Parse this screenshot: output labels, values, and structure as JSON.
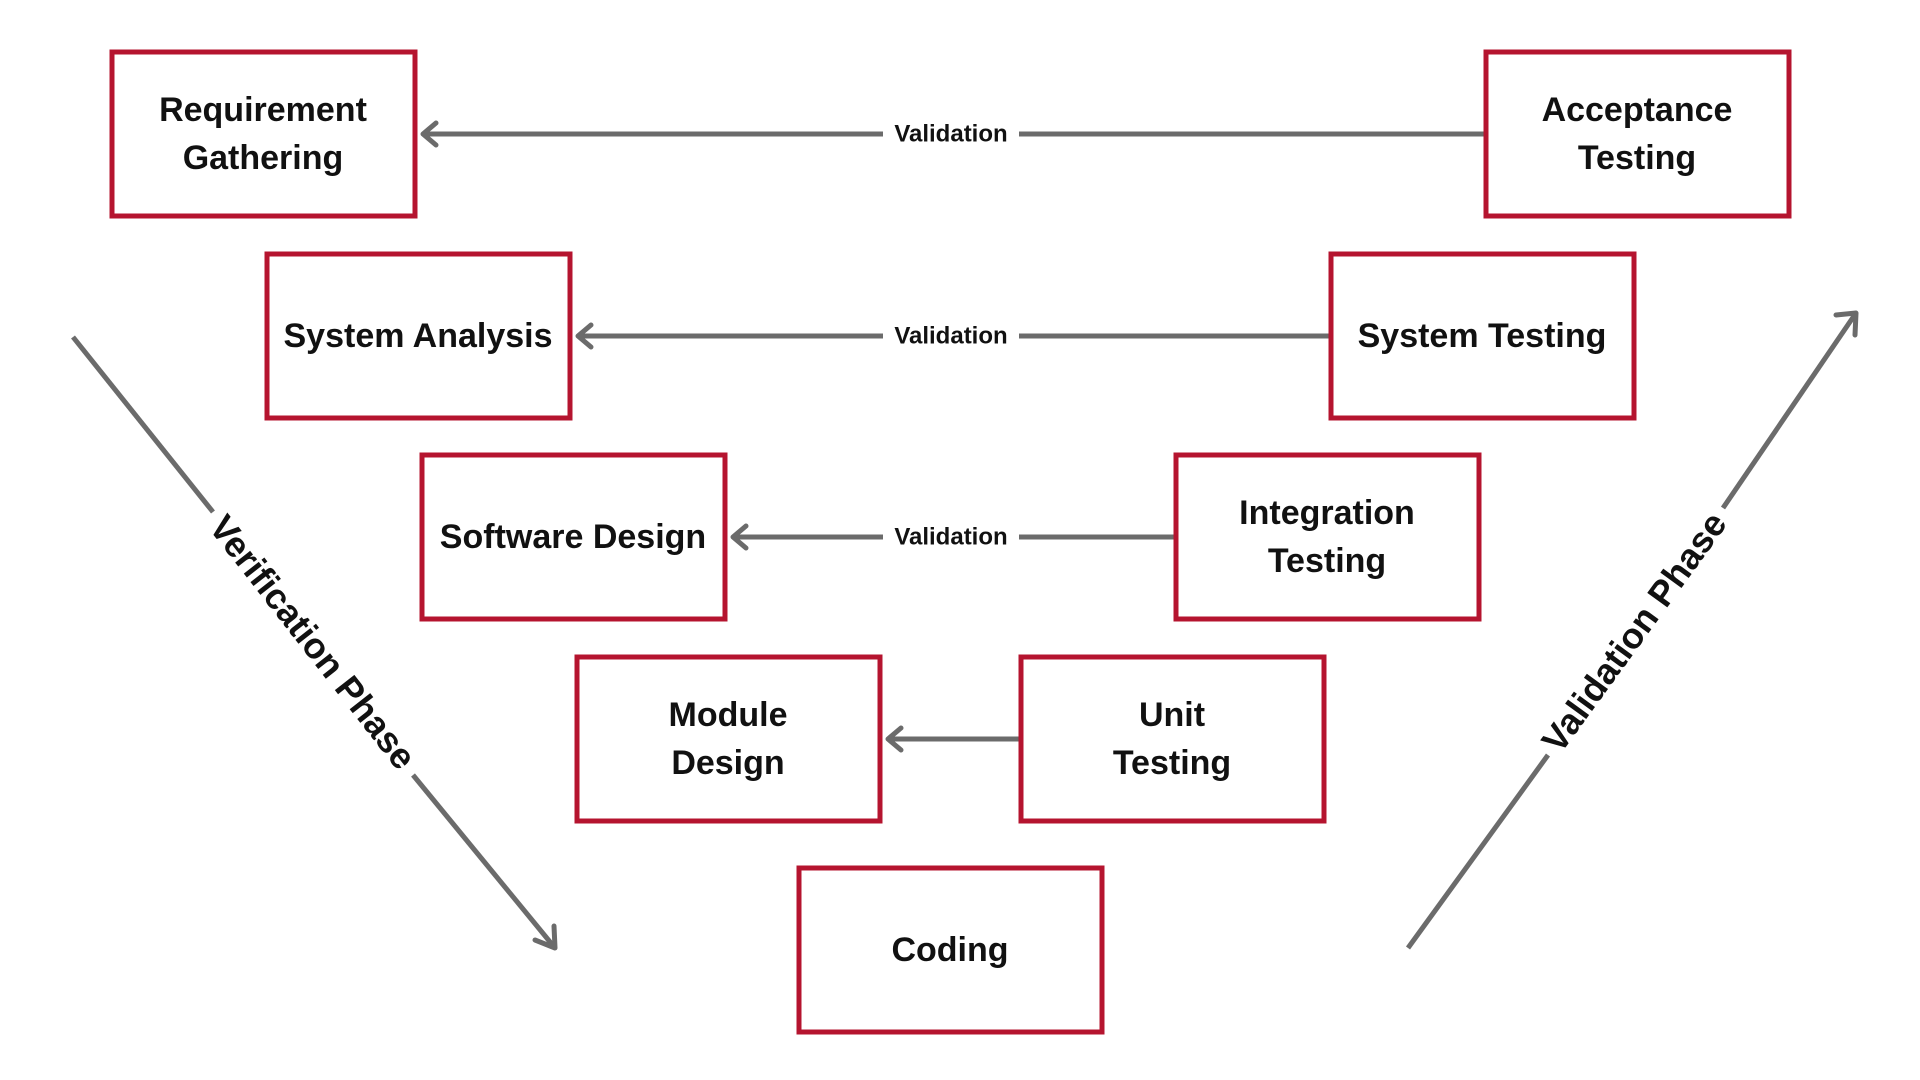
{
  "colors": {
    "box_border": "#b5142f",
    "arrow": "#6b6b6b",
    "text": "#111111"
  },
  "boxes": {
    "requirement_gathering": [
      "Requirement",
      "Gathering"
    ],
    "system_analysis": [
      "System Analysis"
    ],
    "software_design": [
      "Software Design"
    ],
    "module_design": [
      "Module",
      "Design"
    ],
    "coding": [
      "Coding"
    ],
    "unit_testing": [
      "Unit",
      "Testing"
    ],
    "integration_testing": [
      "Integration",
      "Testing"
    ],
    "system_testing": [
      "System Testing"
    ],
    "acceptance_testing": [
      "Acceptance",
      "Testing"
    ]
  },
  "connections": {
    "acceptance_to_requirement": "Validation",
    "system_testing_to_analysis": "Validation",
    "integration_to_software_design": "Validation",
    "unit_to_module_design": ""
  },
  "phases": {
    "verification": "Verification Phase",
    "validation": "Validation Phase"
  }
}
